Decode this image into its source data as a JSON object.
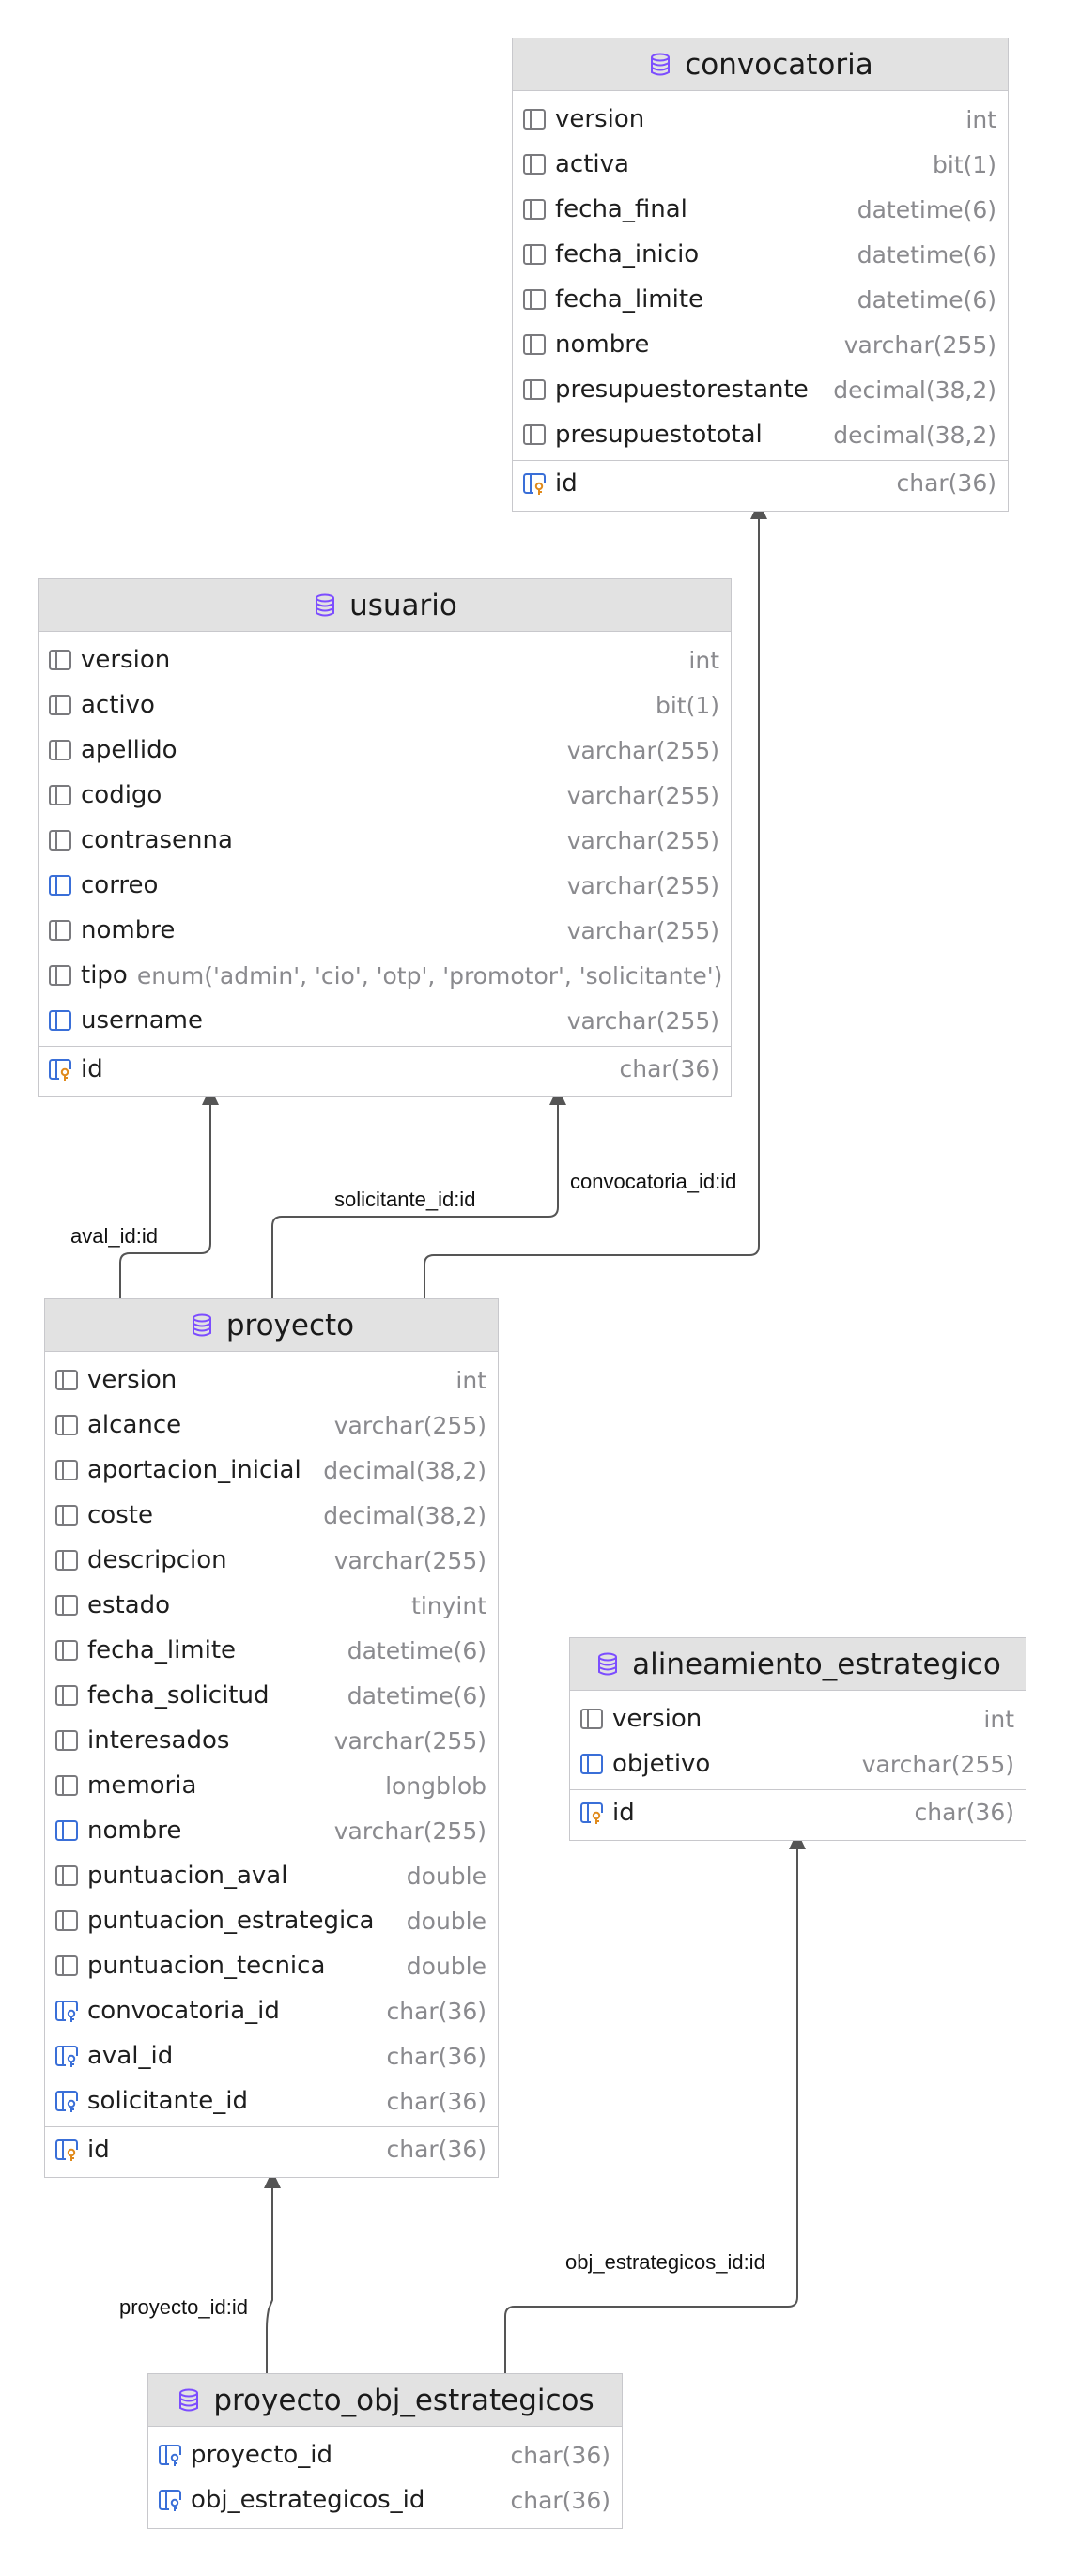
{
  "tables": {
    "convocatoria": {
      "name": "convocatoria",
      "columns": [
        {
          "name": "version",
          "type": "int",
          "icon": "column-icon"
        },
        {
          "name": "activa",
          "type": "bit(1)",
          "icon": "column-icon"
        },
        {
          "name": "fecha_final",
          "type": "datetime(6)",
          "icon": "column-icon"
        },
        {
          "name": "fecha_inicio",
          "type": "datetime(6)",
          "icon": "column-icon"
        },
        {
          "name": "fecha_limite",
          "type": "datetime(6)",
          "icon": "column-icon"
        },
        {
          "name": "nombre",
          "type": "varchar(255)",
          "icon": "column-icon"
        },
        {
          "name": "presupuestorestante",
          "type": "decimal(38,2)",
          "icon": "column-icon"
        },
        {
          "name": "presupuestototal",
          "type": "decimal(38,2)",
          "icon": "column-icon"
        }
      ],
      "key": {
        "name": "id",
        "type": "char(36)",
        "icon": "primary-key-icon"
      }
    },
    "usuario": {
      "name": "usuario",
      "columns": [
        {
          "name": "version",
          "type": "int",
          "icon": "column-icon"
        },
        {
          "name": "activo",
          "type": "bit(1)",
          "icon": "column-icon"
        },
        {
          "name": "apellido",
          "type": "varchar(255)",
          "icon": "column-icon"
        },
        {
          "name": "codigo",
          "type": "varchar(255)",
          "icon": "column-icon"
        },
        {
          "name": "contrasenna",
          "type": "varchar(255)",
          "icon": "column-icon"
        },
        {
          "name": "correo",
          "type": "varchar(255)",
          "icon": "unique-column-icon"
        },
        {
          "name": "nombre",
          "type": "varchar(255)",
          "icon": "column-icon"
        },
        {
          "name": "tipo",
          "type": "enum('admin', 'cio', 'otp', 'promotor', 'solicitante')",
          "icon": "column-icon"
        },
        {
          "name": "username",
          "type": "varchar(255)",
          "icon": "unique-column-icon"
        }
      ],
      "key": {
        "name": "id",
        "type": "char(36)",
        "icon": "primary-key-icon"
      }
    },
    "proyecto": {
      "name": "proyecto",
      "columns": [
        {
          "name": "version",
          "type": "int",
          "icon": "column-icon"
        },
        {
          "name": "alcance",
          "type": "varchar(255)",
          "icon": "column-icon"
        },
        {
          "name": "aportacion_inicial",
          "type": "decimal(38,2)",
          "icon": "column-icon"
        },
        {
          "name": "coste",
          "type": "decimal(38,2)",
          "icon": "column-icon"
        },
        {
          "name": "descripcion",
          "type": "varchar(255)",
          "icon": "column-icon"
        },
        {
          "name": "estado",
          "type": "tinyint",
          "icon": "column-icon"
        },
        {
          "name": "fecha_limite",
          "type": "datetime(6)",
          "icon": "column-icon"
        },
        {
          "name": "fecha_solicitud",
          "type": "datetime(6)",
          "icon": "column-icon"
        },
        {
          "name": "interesados",
          "type": "varchar(255)",
          "icon": "column-icon"
        },
        {
          "name": "memoria",
          "type": "longblob",
          "icon": "column-icon"
        },
        {
          "name": "nombre",
          "type": "varchar(255)",
          "icon": "unique-column-icon"
        },
        {
          "name": "puntuacion_aval",
          "type": "double",
          "icon": "column-icon"
        },
        {
          "name": "puntuacion_estrategica",
          "type": "double",
          "icon": "column-icon"
        },
        {
          "name": "puntuacion_tecnica",
          "type": "double",
          "icon": "column-icon"
        },
        {
          "name": "convocatoria_id",
          "type": "char(36)",
          "icon": "foreign-key-icon"
        },
        {
          "name": "aval_id",
          "type": "char(36)",
          "icon": "foreign-key-icon"
        },
        {
          "name": "solicitante_id",
          "type": "char(36)",
          "icon": "foreign-key-icon"
        }
      ],
      "key": {
        "name": "id",
        "type": "char(36)",
        "icon": "primary-key-icon"
      }
    },
    "alineamiento_estrategico": {
      "name": "alineamiento_estrategico",
      "columns": [
        {
          "name": "version",
          "type": "int",
          "icon": "column-icon"
        },
        {
          "name": "objetivo",
          "type": "varchar(255)",
          "icon": "unique-column-icon"
        }
      ],
      "key": {
        "name": "id",
        "type": "char(36)",
        "icon": "primary-key-icon"
      }
    },
    "proyecto_obj_estrategicos": {
      "name": "proyecto_obj_estrategicos",
      "columns": [
        {
          "name": "proyecto_id",
          "type": "char(36)",
          "icon": "foreign-key-icon"
        },
        {
          "name": "obj_estrategicos_id",
          "type": "char(36)",
          "icon": "foreign-key-icon"
        }
      ]
    }
  },
  "relations": {
    "aval": {
      "label": "aval_id:id",
      "from": "proyecto",
      "to": "usuario"
    },
    "solicitante": {
      "label": "solicitante_id:id",
      "from": "proyecto",
      "to": "usuario"
    },
    "convocatoria": {
      "label": "convocatoria_id:id",
      "from": "proyecto",
      "to": "convocatoria"
    },
    "proyecto": {
      "label": "proyecto_id:id",
      "from": "proyecto_obj_estrategicos",
      "to": "proyecto"
    },
    "obj": {
      "label": "obj_estrategicos_id:id",
      "from": "proyecto_obj_estrategicos",
      "to": "alineamiento_estrategico"
    }
  },
  "colors": {
    "table_header": "#e2e2e2",
    "table_border": "#c8c8cc",
    "table_icon": "#7c4dff",
    "column_icon": "#7a7a7e",
    "unique_icon": "#3a6fd8",
    "key_icon": "#e08a1c",
    "connector": "#555555"
  }
}
